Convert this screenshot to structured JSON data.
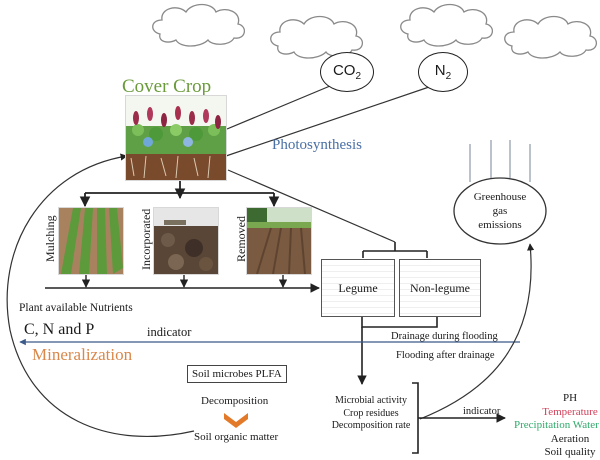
{
  "title": "Cover Crop",
  "colors": {
    "title_green": "#6a9a3a",
    "photosynthesis_blue": "#4a6fa5",
    "mineralization_orange": "#d9874a",
    "mineralization_line": "#3b5a8a",
    "temperature_red": "#d0405a",
    "precipitation_green": "#2faa6a",
    "decomposition_chevron": "#e27a2a",
    "stroke": "#222222"
  },
  "gases": {
    "co2": {
      "base": "CO",
      "sub": "2"
    },
    "n2": {
      "base": "N",
      "sub": "2"
    }
  },
  "photosynthesis": "Photosynthesis",
  "greenhouse": {
    "lines": [
      "Greenhouse",
      "gas",
      "emissions"
    ]
  },
  "management": {
    "options": [
      {
        "label": "Mulching",
        "image": "mulching-field-photo"
      },
      {
        "label": "Incorporated",
        "image": "incorporated-field-photo"
      },
      {
        "label": "Removed",
        "image": "removed-field-photo"
      }
    ]
  },
  "crop_types": {
    "legume": "Legume",
    "non_legume": "Non-legume"
  },
  "nutrients": {
    "heading": "Plant available Nutrients",
    "elements": "C, N and P",
    "indicator": "indicator",
    "process": "Mineralization"
  },
  "flooding": {
    "above_line": "Drainage during flooding",
    "below_line": "Flooding after drainage"
  },
  "soil": {
    "microbes": "Soil microbes PLFA",
    "decomposition": "Decomposition",
    "organic_matter": "Soil organic matter"
  },
  "processes": {
    "items": [
      "Microbial activity",
      "Crop residues",
      "Decomposition rate"
    ],
    "indicator": "indicator"
  },
  "factors": [
    {
      "label": "PH",
      "tone": "default"
    },
    {
      "label": "Temperature",
      "tone": "red"
    },
    {
      "label": "Precipitation Water",
      "tone": "green"
    },
    {
      "label": "Aeration",
      "tone": "default"
    },
    {
      "label": "Soil quality",
      "tone": "default"
    }
  ]
}
